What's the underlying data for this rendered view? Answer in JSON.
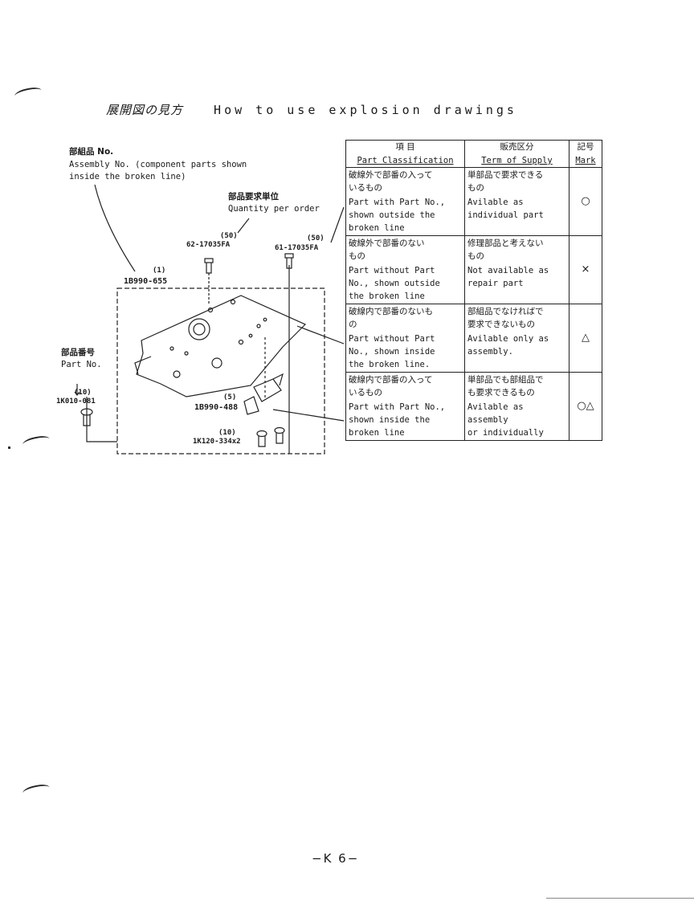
{
  "header": {
    "title_jp": "展開図の見方",
    "title_en": "How to use explosion drawings"
  },
  "diagram": {
    "assembly_label_jp": "部組品 No.",
    "assembly_label_en_1": "Assembly No. (component parts shown",
    "assembly_label_en_2": "inside the broken line)",
    "quantity_label_jp": "部品要求単位",
    "quantity_label_en": "Quantity per order",
    "part_no_label_jp": "部品番号",
    "part_no_label_en": "Part No.",
    "callouts": {
      "q_50_a": "(50)",
      "part_62": "62-17035FA",
      "q_50_b": "(50)",
      "part_61": "61-17035FA",
      "q_1": "(1)",
      "part_1b990_655": "1B990-655",
      "q_10_a": "(10)",
      "part_1k010": "1K010-081",
      "q_5": "(5)",
      "part_1b990_488": "1B990-488",
      "q_10_b": "(10)",
      "part_1k120": "1K120-334x2"
    }
  },
  "legend": {
    "headers": {
      "col1_jp": "項 目",
      "col1_en": "Part Classification",
      "col2_jp": "販売区分",
      "col2_en": "Term of Supply",
      "col3_jp": "記号",
      "col3_en": "Mark"
    },
    "rows": [
      {
        "class_jp": "破線外で部番の入って\nいるもの",
        "class_en": "Part with Part No.,\nshown outside the\nbroken line",
        "supply_jp": "単部品で要求できる\nもの",
        "supply_en": "Avilable as\nindividual part",
        "mark": "○"
      },
      {
        "class_jp": "破線外で部番のない\nもの",
        "class_en": " Part without Part\n No., shown  outside\n the broken line",
        "supply_jp": "修理部品と考えない\nもの",
        "supply_en": "Not available as\nrepair part",
        "mark": "×"
      },
      {
        "class_jp": "破線内で部番のないも\nの",
        "class_en": "Part without Part\nNo., shown inside\nthe broken line.",
        "supply_jp": "部組品でなければで\n要求できないもの",
        "supply_en": "Avilable only as\nassembly.",
        "mark": "△"
      },
      {
        "class_jp": "破線内で部番の入って\nいるもの",
        "class_en": "Part with Part No.,\nshown inside the\n broken line",
        "supply_jp": "単部品でも部組品で\nも要求できるもの",
        "supply_en": "Avilable as\nassembly\nor individually",
        "mark": "○△"
      }
    ]
  },
  "footer": {
    "page_number": "−K 6−"
  }
}
